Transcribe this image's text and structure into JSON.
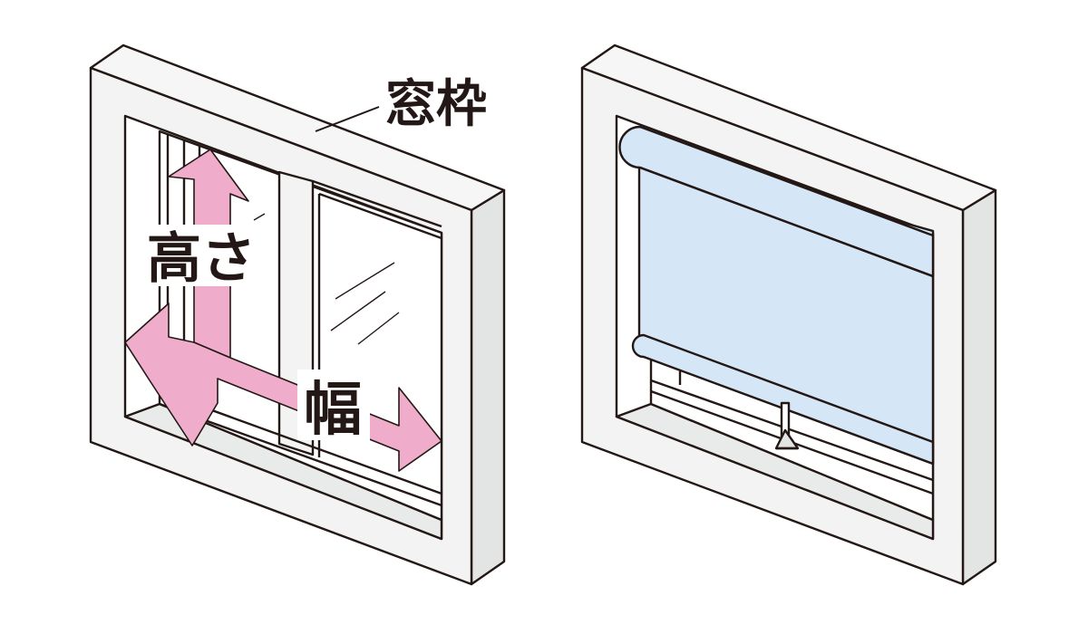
{
  "labels": {
    "frame": "窓枠",
    "height": "高さ",
    "width": "幅"
  },
  "colors": {
    "frame_face": "#f2f3f2",
    "frame_side": "#e3e5e4",
    "outline": "#231815",
    "arrow": "#efaccb",
    "blind": "#d5e6f6",
    "glass": "#ffffff"
  },
  "icons": [
    "window-frame-measure-icon",
    "window-roller-blind-icon"
  ]
}
